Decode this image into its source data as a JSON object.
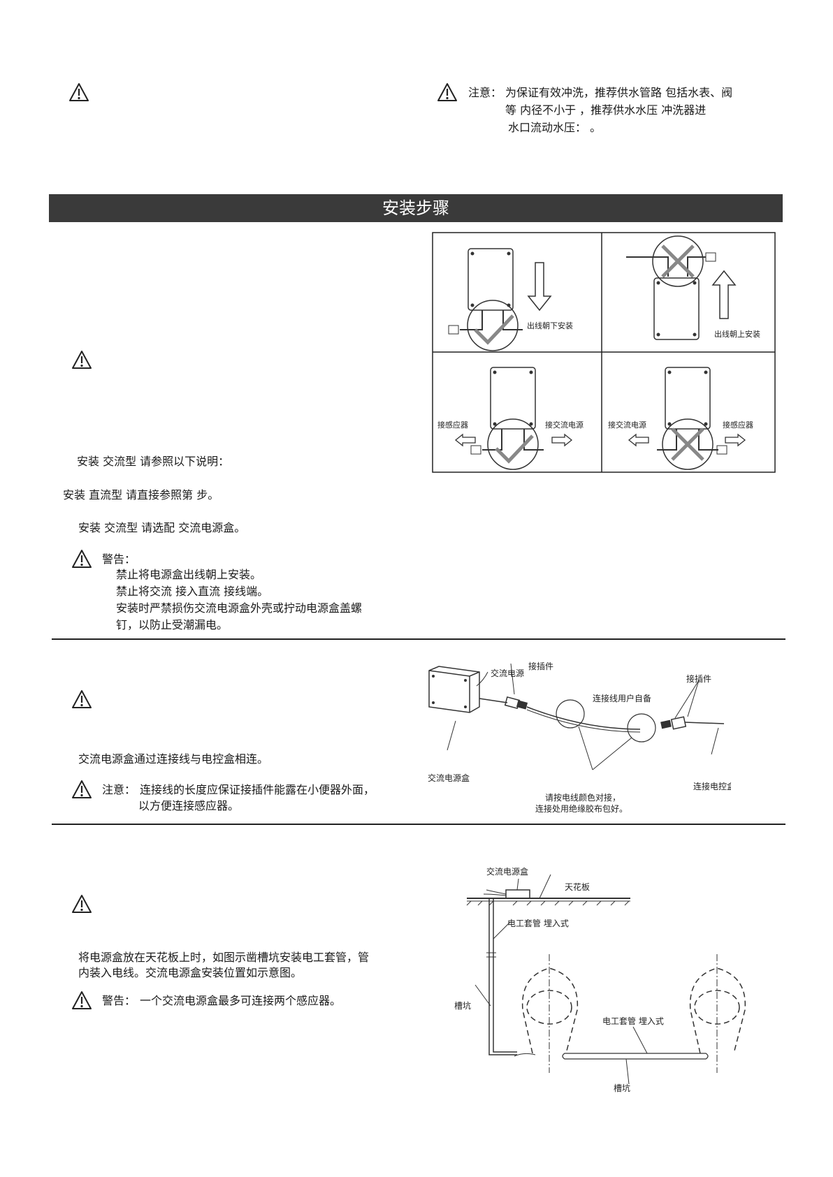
{
  "top_note": {
    "label": "注意：",
    "line1": "为保证有效冲洗，推荐供水管路 包括水表、阀",
    "line2": "等 内径不小于         ，推荐供水水压 冲洗器进",
    "line3": "水口流动水压：                        。"
  },
  "section_title": "安装步骤",
  "step1": {
    "install_ac": "安装                    交流型 请参照以下说明：",
    "install_dc": "安装              直流型 请直接参照第  步。",
    "install_ac2": "安装                     交流型 请选配                交流电源盒。",
    "warning_label": "警告：",
    "warning_lines": [
      "禁止将电源盒出线朝上安装。",
      "禁止将交流          接入直流      接线端。",
      "安装时严禁损伤交流电源盒外壳或拧动电源盒盖螺",
      "钉，以防止受潮漏电。"
    ]
  },
  "diagram1": {
    "down_label": "出线朝下安装",
    "up_label": "出线朝上安装",
    "sensor_left": "接感应器",
    "ac_right": "接交流电源",
    "ac_left": "接交流电源",
    "sensor_right": "接感应器"
  },
  "step2": {
    "text": "交流电源盒通过连接线与电控盒相连。",
    "note_label": "注意：",
    "note_line1": "连接线的长度应保证接插件能露在小便器外面，",
    "note_line2": "以方便连接感应器。"
  },
  "diagram2": {
    "ac_power": "交流电源",
    "plug1": "接插件",
    "plug2": "接插件",
    "user_wire": "连接线用户自备",
    "ac_box": "交流电源盒",
    "control_box": "连接电控盒",
    "caption1": "请按电线颜色对接，",
    "caption2": "连接处用绝缘胶布包好。"
  },
  "step3": {
    "line1": "将电源盒放在天花板上时，如图示凿槽坑安装电工套管，管",
    "line2": "内装入电线。交流电源盒安装位置如示意图。",
    "warning_label": "警告：",
    "warning_text": "一个交流电源盒最多可连接两个感应器。"
  },
  "diagram3": {
    "ac_box": "交流电源盒",
    "ceiling": "天花板",
    "conduit1": "电工套管 埋入式",
    "trench1": "槽坑",
    "conduit2": "电工套管 埋入式",
    "trench2": "槽坑"
  }
}
